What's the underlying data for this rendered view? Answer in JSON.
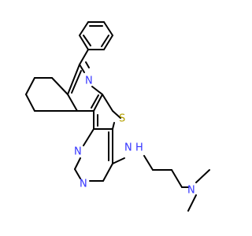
{
  "atom_labels": {
    "ring_n_top": "N",
    "sulfur": "S",
    "pyrimidine_n_left": "N",
    "pyrimidine_n_bottom": "N",
    "amine_n": "N",
    "amine_h": "H",
    "dimethylamino_n": "N"
  },
  "colors": {
    "bond": "#000000",
    "nitrogen": "#3333ff",
    "sulfur": "#b4a000",
    "background": "#ffffff"
  }
}
